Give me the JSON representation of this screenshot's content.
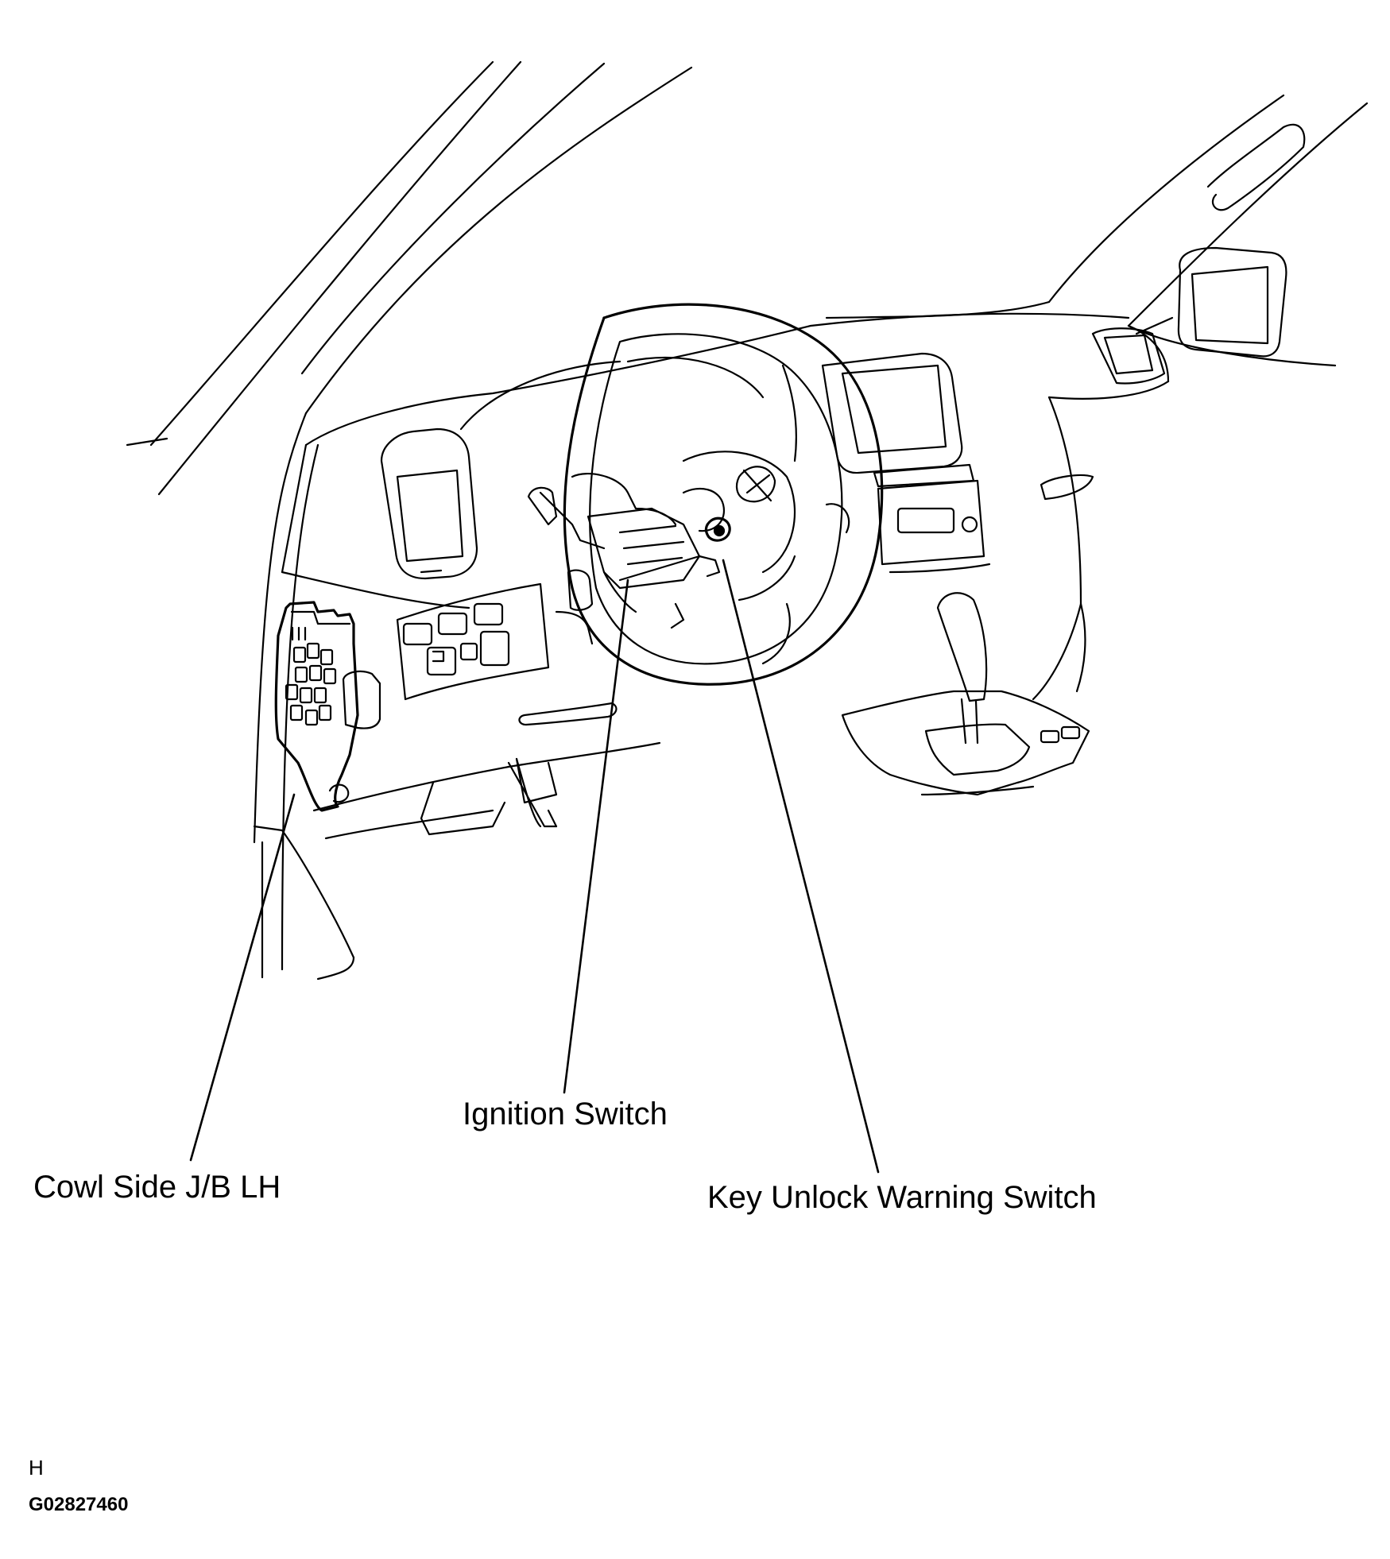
{
  "labels": {
    "cowl_side_jb": "Cowl Side J/B LH",
    "ignition_switch": "Ignition Switch",
    "key_unlock_warning_switch": "Key Unlock Warning Switch"
  },
  "footer": {
    "letter": "H",
    "figure_code": "G02827460"
  }
}
